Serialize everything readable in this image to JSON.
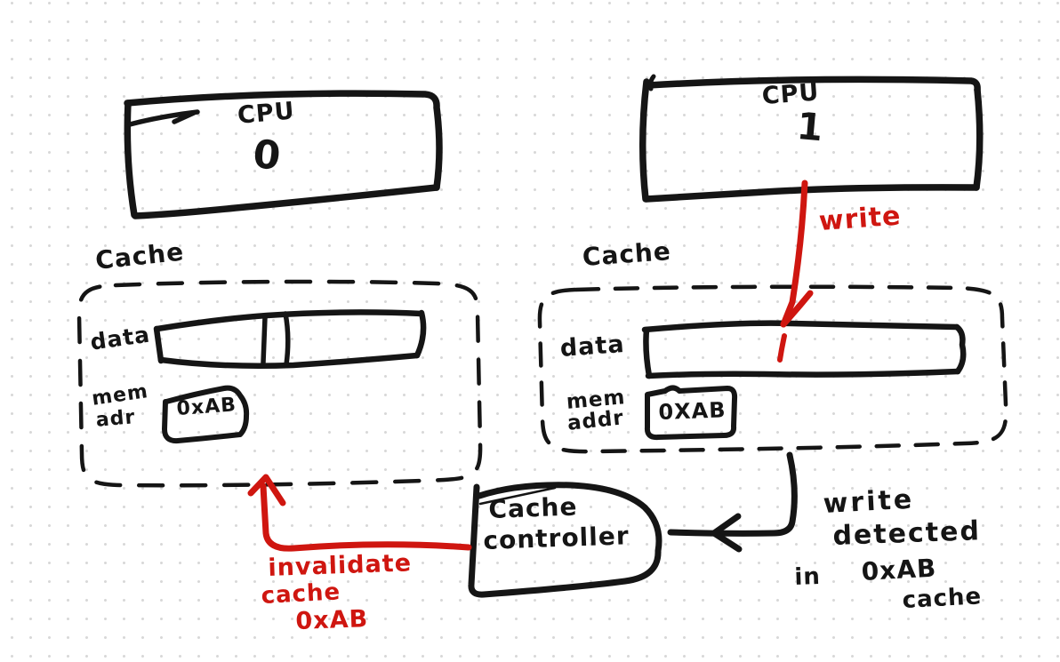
{
  "colors": {
    "ink": "#151515",
    "red": "#cf1610",
    "dot_grid": "#d8d8d8",
    "background": "#ffffff"
  },
  "cpu_left": {
    "label": "CPU",
    "core": "0"
  },
  "cpu_right": {
    "label": "CPU",
    "core": "1"
  },
  "cache_left": {
    "title": "Cache",
    "data_label": "data",
    "mem_label_line1": "mem",
    "mem_label_line2": "adr",
    "addr_value": "0xAB"
  },
  "cache_right": {
    "title": "Cache",
    "data_label": "data",
    "mem_label_line1": "mem",
    "mem_label_line2": "addr",
    "addr_value": "0XAB"
  },
  "controller": {
    "label_line1": "Cache",
    "label_line2": "controller"
  },
  "annotations": {
    "write_label": "write",
    "detected_line1": "write",
    "detected_line2": "detected",
    "detected_word_in": "in",
    "detected_addr": "0xAB",
    "detected_line4": "cache",
    "invalidate_line1": "invalidate",
    "invalidate_line2": "cache",
    "invalidate_line3": "0xAB"
  }
}
